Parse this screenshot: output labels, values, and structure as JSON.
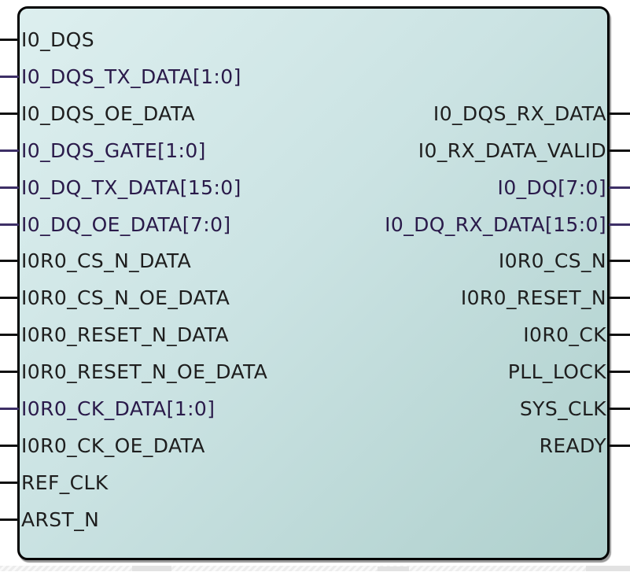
{
  "block": {
    "colors": {
      "scalar": "#1e1e1e",
      "bus": "#2a1a4a",
      "scalar_stub": "#111111",
      "bus_stub": "#3d2f66",
      "border": "#000000",
      "fill_top_left": "#ddefef",
      "fill_bottom_right": "#afd0cd"
    },
    "left_pins": [
      {
        "label": "I0_DQS",
        "type": "scalar"
      },
      {
        "label": "I0_DQS_TX_DATA[1:0]",
        "type": "bus"
      },
      {
        "label": "I0_DQS_OE_DATA",
        "type": "scalar"
      },
      {
        "label": "I0_DQS_GATE[1:0]",
        "type": "bus"
      },
      {
        "label": "I0_DQ_TX_DATA[15:0]",
        "type": "bus"
      },
      {
        "label": "I0_DQ_OE_DATA[7:0]",
        "type": "bus"
      },
      {
        "label": "I0R0_CS_N_DATA",
        "type": "scalar"
      },
      {
        "label": "I0R0_CS_N_OE_DATA",
        "type": "scalar"
      },
      {
        "label": "I0R0_RESET_N_DATA",
        "type": "scalar"
      },
      {
        "label": "I0R0_RESET_N_OE_DATA",
        "type": "scalar"
      },
      {
        "label": "I0R0_CK_DATA[1:0]",
        "type": "bus"
      },
      {
        "label": "I0R0_CK_OE_DATA",
        "type": "scalar"
      },
      {
        "label": "REF_CLK",
        "type": "scalar"
      },
      {
        "label": "ARST_N",
        "type": "scalar"
      }
    ],
    "right_pins": [
      {
        "label": "I0_DQS_RX_DATA",
        "type": "scalar"
      },
      {
        "label": "I0_RX_DATA_VALID",
        "type": "scalar"
      },
      {
        "label": "I0_DQ[7:0]",
        "type": "bus"
      },
      {
        "label": "I0_DQ_RX_DATA[15:0]",
        "type": "bus"
      },
      {
        "label": "I0R0_CS_N",
        "type": "scalar"
      },
      {
        "label": "I0R0_RESET_N",
        "type": "scalar"
      },
      {
        "label": "I0R0_CK",
        "type": "scalar"
      },
      {
        "label": "PLL_LOCK",
        "type": "scalar"
      },
      {
        "label": "SYS_CLK",
        "type": "scalar"
      },
      {
        "label": "READY",
        "type": "scalar"
      }
    ]
  }
}
